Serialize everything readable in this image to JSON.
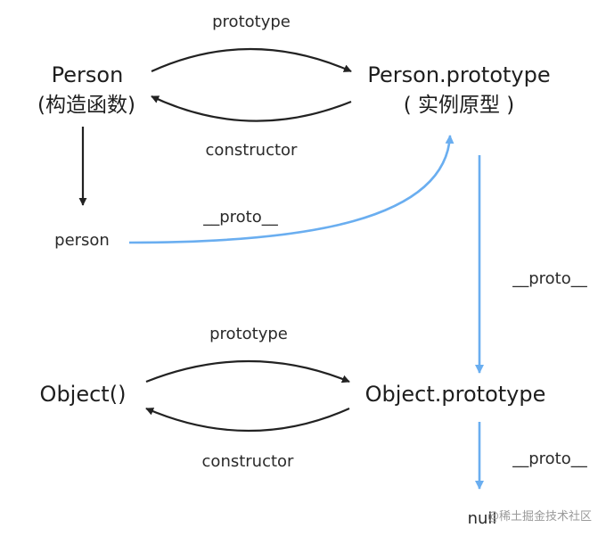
{
  "colors": {
    "black_arrow": "#222222",
    "blue_arrow": "#6aaef0"
  },
  "nodes": {
    "person_constructor": {
      "name": "Person",
      "sub": "(构造函数)"
    },
    "person_prototype": {
      "name": "Person.prototype",
      "sub": "( 实例原型 )"
    },
    "person_instance": {
      "name": "person"
    },
    "object_constructor": {
      "name": "Object()"
    },
    "object_prototype": {
      "name": "Object.prototype"
    },
    "null_node": {
      "name": "null"
    }
  },
  "edges": {
    "person_to_proto": "prototype",
    "proto_to_person": "constructor",
    "instance_proto": "__proto__",
    "prototype_chain_1": "__proto__",
    "object_to_proto": "prototype",
    "proto_to_object": "constructor",
    "prototype_chain_2": "__proto__"
  },
  "watermark": "@稀土掘金技术社区"
}
